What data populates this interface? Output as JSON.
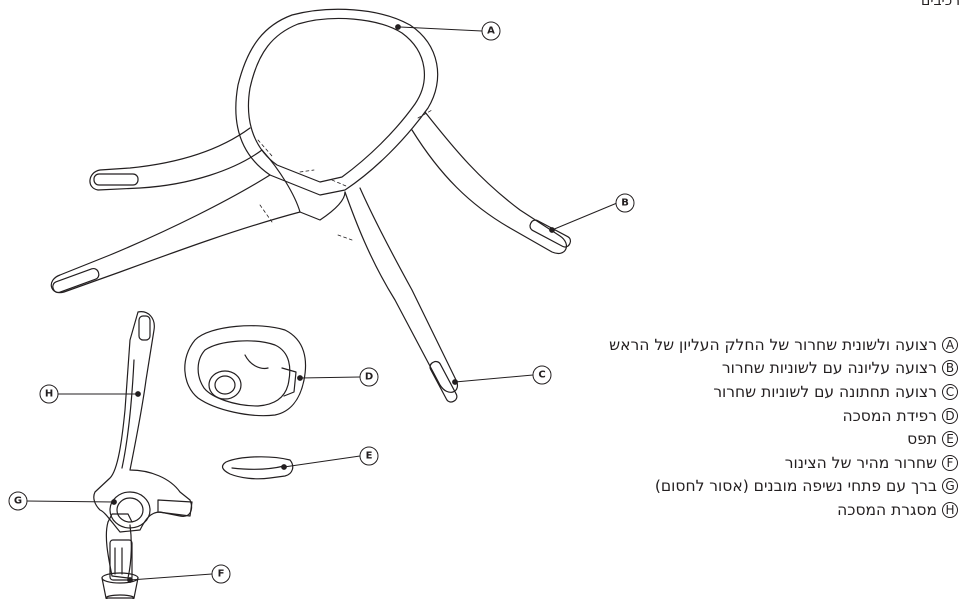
{
  "title": "רכיבים",
  "callouts": [
    "A",
    "B",
    "C",
    "D",
    "E",
    "F",
    "G",
    "H"
  ],
  "legend": [
    {
      "letter": "A",
      "text": "רצועה ולשונית שחרור של החלק העליון של הראש"
    },
    {
      "letter": "B",
      "text": "רצועה עליונה עם לשוניות שחרור"
    },
    {
      "letter": "C",
      "text": "רצועה תחתונה עם לשוניות שחרור"
    },
    {
      "letter": "D",
      "text": "רפידת המסכה"
    },
    {
      "letter": "E",
      "text": "תפס"
    },
    {
      "letter": "F",
      "text": "שחרור מהיר של הצינור"
    },
    {
      "letter": "G",
      "text": "ברך עם פתחי נשיפה מובנים (אסור לחסום)"
    },
    {
      "letter": "H",
      "text": "מסגרת המסכה"
    }
  ]
}
